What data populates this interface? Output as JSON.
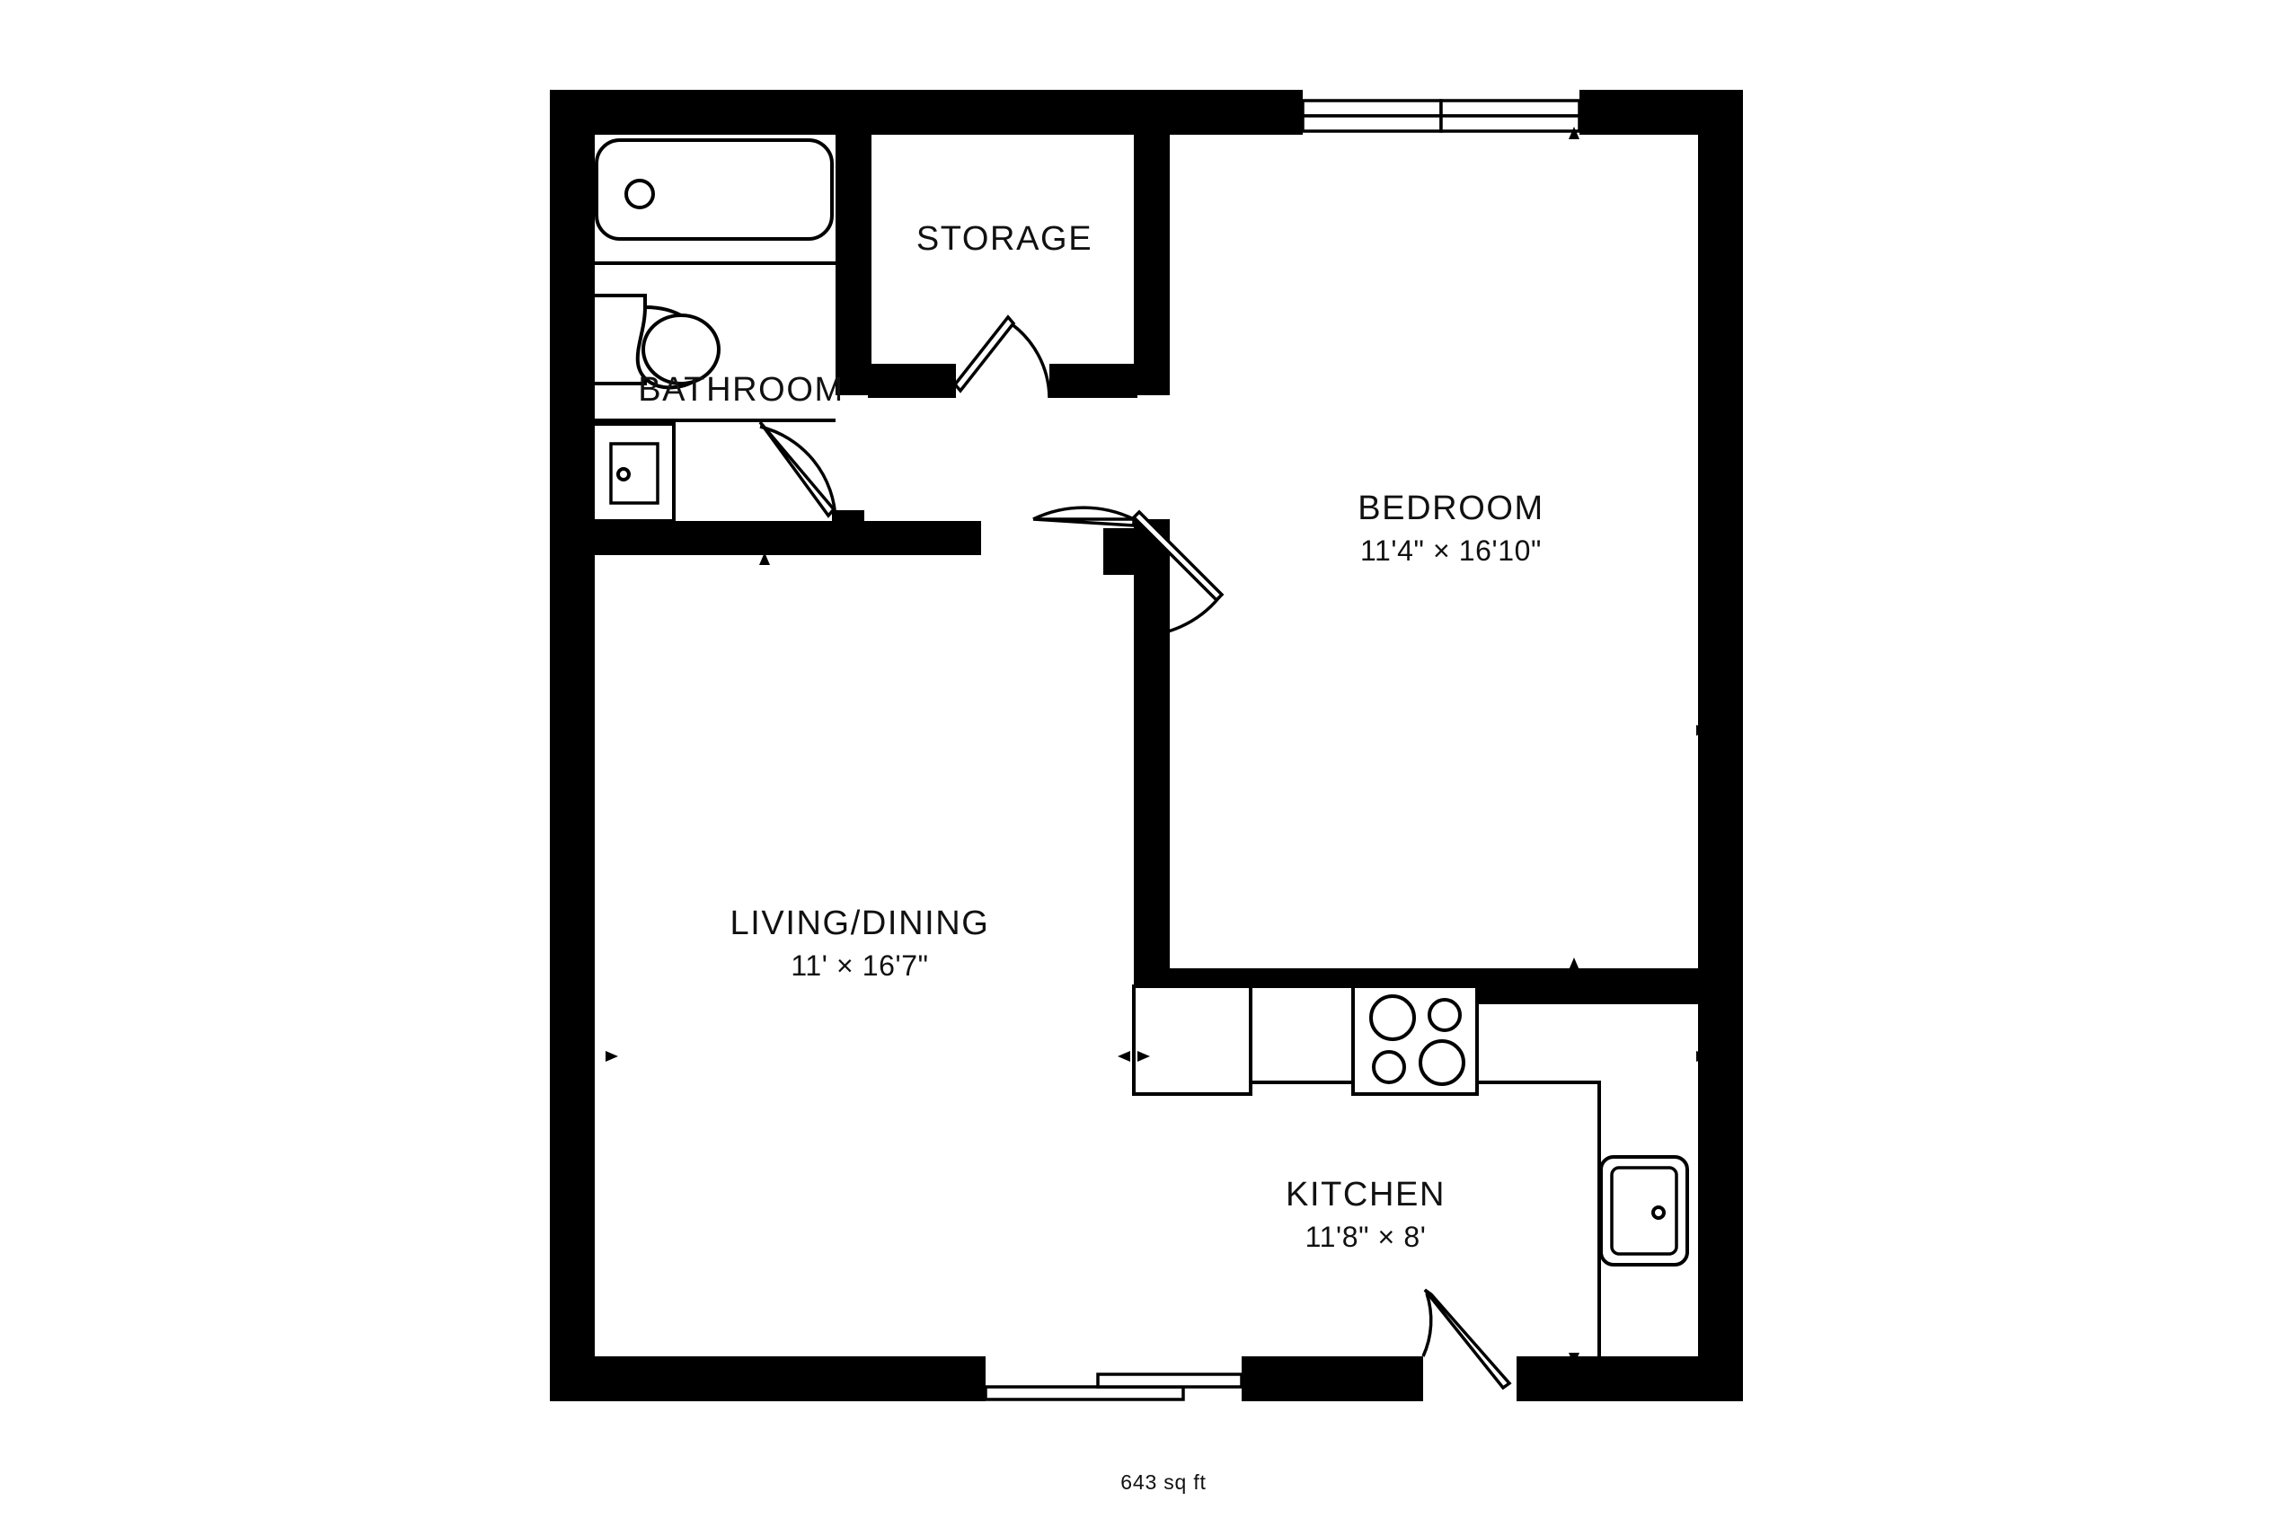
{
  "plan": {
    "total_area_label": "643 sq ft",
    "rooms": [
      {
        "id": "bathroom",
        "name": "BATHROOM",
        "dimensions": ""
      },
      {
        "id": "storage",
        "name": "STORAGE",
        "dimensions": ""
      },
      {
        "id": "bedroom",
        "name": "BEDROOM",
        "dimensions": "11'4\" × 16'10\""
      },
      {
        "id": "living-dining",
        "name": "LIVING/DINING",
        "dimensions": "11' × 16'7\""
      },
      {
        "id": "kitchen",
        "name": "KITCHEN",
        "dimensions": "11'8\" × 8'"
      }
    ],
    "fixtures": [
      {
        "id": "bathtub",
        "icon": "bathtub-icon",
        "room": "bathroom"
      },
      {
        "id": "toilet",
        "icon": "toilet-icon",
        "room": "bathroom"
      },
      {
        "id": "bathroom-sink",
        "icon": "sink-icon",
        "room": "bathroom"
      },
      {
        "id": "kitchen-counter",
        "icon": "counter-icon",
        "room": "kitchen"
      },
      {
        "id": "stove",
        "icon": "stove-burners-icon",
        "room": "kitchen"
      },
      {
        "id": "kitchen-sink",
        "icon": "sink-icon",
        "room": "kitchen"
      }
    ],
    "doors": [
      {
        "id": "storage-door",
        "icon": "door-swing-icon",
        "room": "storage"
      },
      {
        "id": "bathroom-door",
        "icon": "door-swing-icon",
        "room": "bathroom"
      },
      {
        "id": "bedroom-door",
        "icon": "door-swing-icon",
        "room": "bedroom"
      },
      {
        "id": "entry-door",
        "icon": "door-swing-icon",
        "room": "kitchen"
      }
    ],
    "windows": [
      {
        "id": "bedroom-window",
        "icon": "window-icon",
        "room": "bedroom"
      },
      {
        "id": "living-window",
        "icon": "window-icon",
        "room": "living-dining"
      }
    ],
    "colors": {
      "wall": "#000000",
      "background": "#ffffff",
      "fixture_stroke": "#000000",
      "text": "#111111"
    }
  }
}
